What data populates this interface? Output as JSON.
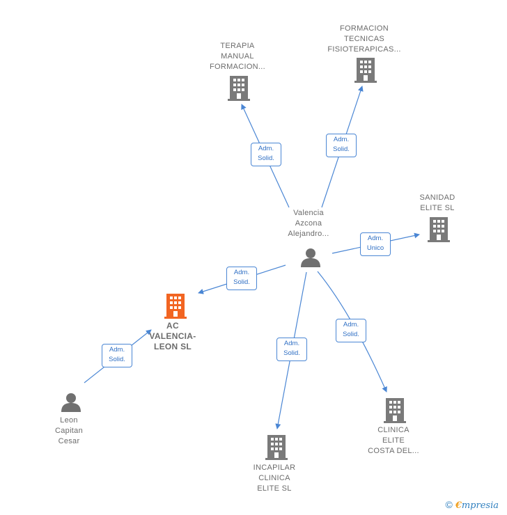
{
  "colors": {
    "edge": "#4a86d4",
    "building": "#7a7a7a",
    "highlight": "#f26522",
    "person": "#707070"
  },
  "nodes": {
    "valencia_azcona": {
      "label": "Valencia\nAzcona\nAlejandro...",
      "icon": "person-icon"
    },
    "leon_capitan": {
      "label": "Leon\nCapitan\nCesar",
      "icon": "person-icon"
    },
    "ac_valencia_leon": {
      "label": "AC\nVALENCIA-\nLEON  SL",
      "icon": "building-icon"
    },
    "terapia_manual": {
      "label": "TERAPIA\nMANUAL\nFORMACION...",
      "icon": "building-icon"
    },
    "formacion_tecnicas": {
      "label": "FORMACION\nTECNICAS\nFISIOTERAPICAS...",
      "icon": "building-icon"
    },
    "sanidad_elite": {
      "label": "SANIDAD\nELITE  SL",
      "icon": "building-icon"
    },
    "clinica_elite": {
      "label": "CLINICA\nELITE\nCOSTA DEL...",
      "icon": "building-icon"
    },
    "incapilar_clinica": {
      "label": "INCAPILAR\nCLINICA\nELITE  SL",
      "icon": "building-icon"
    }
  },
  "edges": {
    "to_terapia": "Adm.\nSolid.",
    "to_formacion": "Adm.\nSolid.",
    "to_sanidad": "Adm.\nUnico",
    "to_ac_valencia": "Adm.\nSolid.",
    "leon_to_ac": "Adm.\nSolid.",
    "to_incapilar": "Adm.\nSolid.",
    "to_clinica": "Adm.\nSolid."
  },
  "brand": {
    "copyright": "©",
    "initial": "€",
    "name": "mpresia"
  }
}
